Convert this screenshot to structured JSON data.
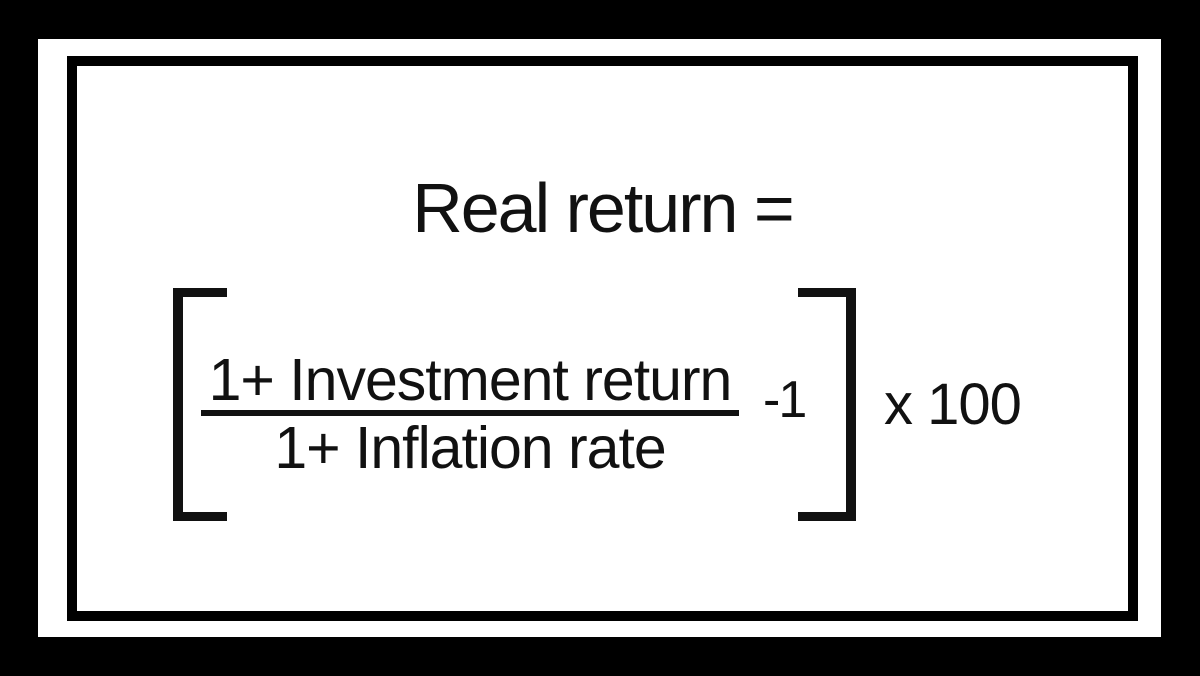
{
  "slide": {
    "title": "Real return =",
    "fraction": {
      "numerator": "1+ Investment return",
      "denominator": "1+ Inflation rate"
    },
    "subtrahend": "-1",
    "multiplier": "x 100"
  },
  "colors": {
    "background": "#000000",
    "panel": "#ffffff",
    "ink": "#111111",
    "frame_border": "#000000"
  }
}
